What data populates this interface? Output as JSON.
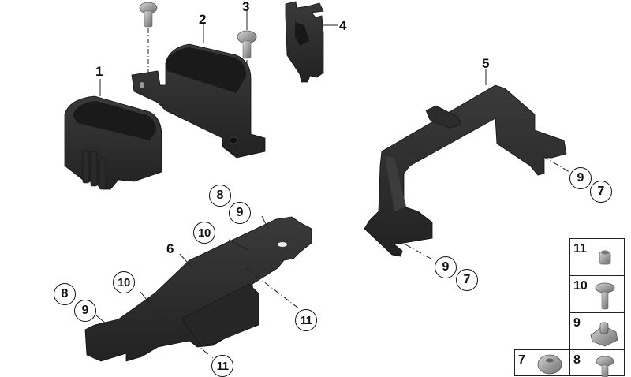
{
  "diagram": {
    "type": "parts-exploded-view",
    "background": "#ffffff",
    "part_color": "#2e2e2e",
    "fastener_color": "#a8a8a8"
  },
  "parts": [
    {
      "id": "1",
      "label": "1",
      "description": "connector housing (small)"
    },
    {
      "id": "2",
      "label": "2",
      "description": "connector housing with mounting flanges"
    },
    {
      "id": "3",
      "label": "3",
      "description": "screw"
    },
    {
      "id": "4",
      "label": "4",
      "description": "clip bracket"
    },
    {
      "id": "5",
      "label": "5",
      "description": "bridge bracket"
    },
    {
      "id": "6",
      "label": "6",
      "description": "long mounting rail"
    }
  ],
  "callouts": {
    "p5_right_9": "9",
    "p5_right_7": "7",
    "p5_left_9": "9",
    "p5_left_7": "7",
    "p6_top_8": "8",
    "p6_top_9": "9",
    "p6_top_10": "10",
    "p6_left_8": "8",
    "p6_left_9": "9",
    "p6_left_10": "10",
    "p6_right_11": "11",
    "p6_bottom_11": "11"
  },
  "legend": [
    {
      "number": "11",
      "icon": "hex-nut-icon"
    },
    {
      "number": "10",
      "icon": "flange-screw-icon"
    },
    {
      "number": "9",
      "icon": "spring-nut-clip-icon"
    },
    {
      "number": "7",
      "icon": "dome-nut-icon"
    },
    {
      "number": "8",
      "icon": "flange-screw-short-icon"
    }
  ]
}
